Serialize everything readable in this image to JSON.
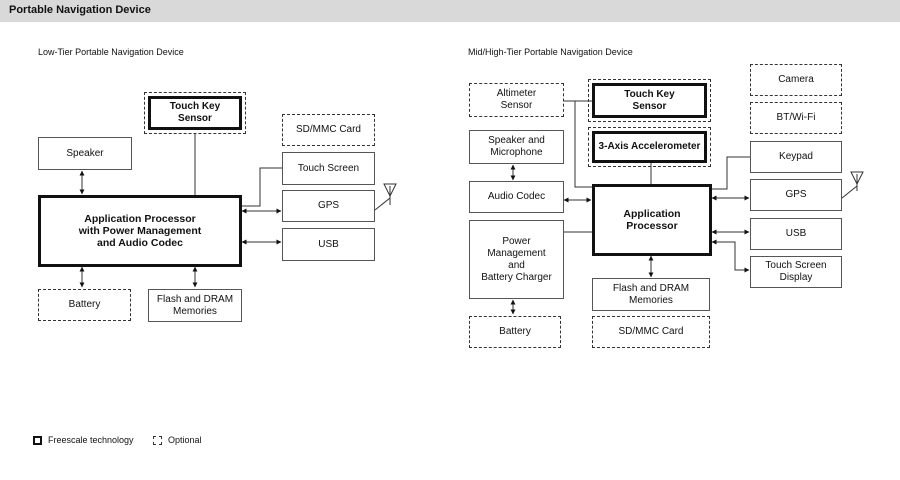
{
  "header": {
    "title": "Portable Navigation Device"
  },
  "left": {
    "title": "Low-Tier Portable Navigation Device",
    "boxes": {
      "touch_key": "Touch Key\nSensor",
      "sdmmc": "SD/MMC Card",
      "speaker": "Speaker",
      "touch_screen": "Touch Screen",
      "app_proc": "Application Processor\nwith Power Management\nand Audio Codec",
      "gps": "GPS",
      "usb": "USB",
      "battery": "Battery",
      "flash": "Flash and DRAM\nMemories"
    }
  },
  "right": {
    "title": "Mid/High-Tier Portable Navigation Device",
    "boxes": {
      "altimeter": "Altimeter\nSensor",
      "touch_key": "Touch Key\nSensor",
      "camera": "Camera",
      "btwifi": "BT/Wi-Fi",
      "speaker_mic": "Speaker and\nMicrophone",
      "accel": "3-Axis Accelerometer",
      "keypad": "Keypad",
      "audio_codec": "Audio Codec",
      "app_proc": "Application\nProcessor",
      "gps": "GPS",
      "power": "Power\nManagement\nand\nBattery Charger",
      "usb": "USB",
      "touch_display": "Touch Screen\nDisplay",
      "flash": "Flash and DRAM\nMemories",
      "battery": "Battery",
      "sdmmc": "SD/MMC Card"
    }
  },
  "legend": {
    "freescale": "Freescale technology",
    "optional": "Optional"
  }
}
